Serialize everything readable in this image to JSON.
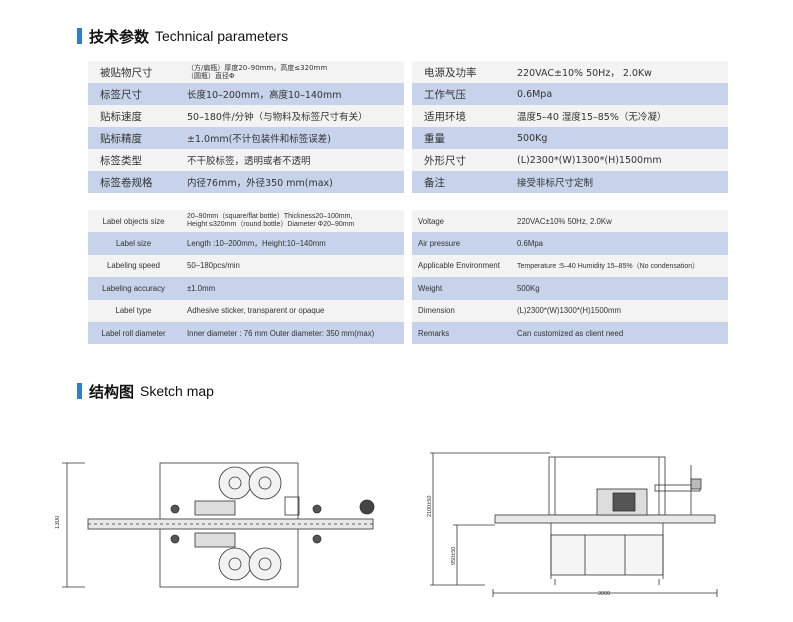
{
  "sections": {
    "params": {
      "zh": "技术参数",
      "en": "Technical parameters"
    },
    "sketch": {
      "zh": "结构图",
      "en": "Sketch map"
    }
  },
  "zh_table": [
    {
      "l1": "被贴物尺寸",
      "v1a": "（方/扁瓶）厚度20–90mm，高度≤320mm",
      "v1b": "（圆瓶）直径Φ",
      "l2": "电源及功率",
      "v2": "220VAC±10% 50Hz，  2.0Kw"
    },
    {
      "l1": "标签尺寸",
      "v1": "长度10–200mm，高度10–140mm",
      "l2": "工作气压",
      "v2": "0.6Mpa"
    },
    {
      "l1": "贴标速度",
      "v1": "50–180件/分钟（与物料及标签尺寸有关）",
      "l2": "适用环境",
      "v2": "温度5–40 湿度15–85%（无冷凝）"
    },
    {
      "l1": "贴标精度",
      "v1": "±1.0mm(不计包装件和标签误差)",
      "l2": "重量",
      "v2": "500Kg"
    },
    {
      "l1": "标签类型",
      "v1": "不干胶标签，透明或者不透明",
      "l2": "外形尺寸",
      "v2": "(L)2300*(W)1300*(H)1500mm"
    },
    {
      "l1": "标签卷规格",
      "v1": "内径76mm，外径350 mm(max)",
      "l2": "备注",
      "v2": "接受非标尺寸定制"
    }
  ],
  "en_table": [
    {
      "l1": "Label objects size",
      "v1a": "20–90mm（square/flat bottle）Thickness20–100mm,",
      "v1b": "Height ≤320mm（round bottle）Diameter Φ20–90mm",
      "l2": "Voltage",
      "v2": "220VAC±10% 50Hz,    2.0Kw"
    },
    {
      "l1": "Label size",
      "v1": "Length :10–200mm，Height:10–140mm",
      "l2": "Air pressure",
      "v2": "0.6Mpa"
    },
    {
      "l1": "Labeling speed",
      "v1": "50–180pcs/min",
      "l2": "Applicable Environment",
      "v2": "Temperature :5–40  Humidity 15–85%（No condensation）"
    },
    {
      "l1": "Labeling accuracy",
      "v1": "±1.0mm",
      "l2": "Weight",
      "v2": "500Kg"
    },
    {
      "l1": "Label type",
      "v1": "Adhesive sticker, transparent or opaque",
      "l2": "Dimension",
      "v2": "(L)2300*(W)1300*(H)1500mm"
    },
    {
      "l1": "Label roll diameter",
      "v1": "Inner diameter : 76 mm   Outer diameter: 350 mm(max)",
      "l2": "Remarks",
      "v2": "Can customized as client need"
    }
  ],
  "dimensions": {
    "top_view_width": "1300",
    "front_total_height": "2100±50",
    "front_table_height": "950±50",
    "front_length": "3000"
  },
  "colors": {
    "accent": "#2f7fcf",
    "row_dark": "#c6d3ea",
    "row_light": "#f3f3f3"
  }
}
